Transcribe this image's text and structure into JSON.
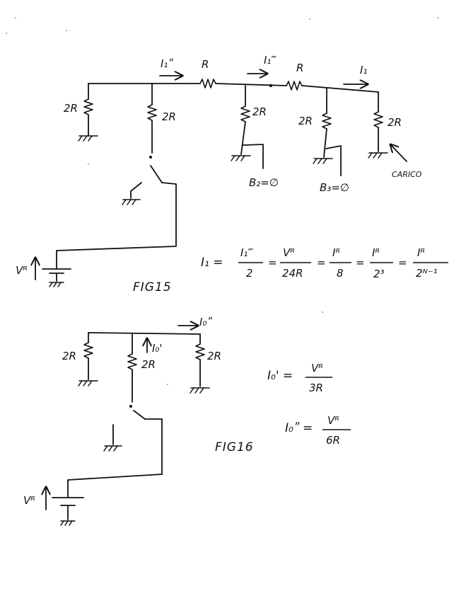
{
  "fig15": {
    "caption": "FIG15",
    "r_label": "R",
    "r2_label": "2R",
    "currents": {
      "i1_dprime": "I₁ʺ",
      "i1_tprime": "I₁‴",
      "i1": "I₁"
    },
    "switches": {
      "b2": "B₂=∅",
      "b3": "B₃=∅"
    },
    "load_label": "CARICO",
    "source_label": "Vᴿ",
    "equation": {
      "lhs": "I₁ =",
      "terms": [
        {
          "num": "I₁‴",
          "den": "2"
        },
        {
          "num": "Vᴿ",
          "den": "24R"
        },
        {
          "num": "Iᴿ",
          "den": "8"
        },
        {
          "num": "Iᴿ",
          "den": "2³"
        },
        {
          "num": "Iᴿ",
          "den": "2ᴺ⁻¹"
        }
      ],
      "eq": "="
    }
  },
  "fig16": {
    "caption": "FIG16",
    "r2_label": "2R",
    "currents": {
      "i0_prime": "I₀'",
      "i0_dprime": "I₀ʺ"
    },
    "source_label": "Vᴿ",
    "equations": [
      {
        "lhs": "I₀' =",
        "num": "Vᴿ",
        "den": "3R"
      },
      {
        "lhs": "I₀ʺ =",
        "num": "Vᴿ",
        "den": "6R"
      }
    ]
  }
}
